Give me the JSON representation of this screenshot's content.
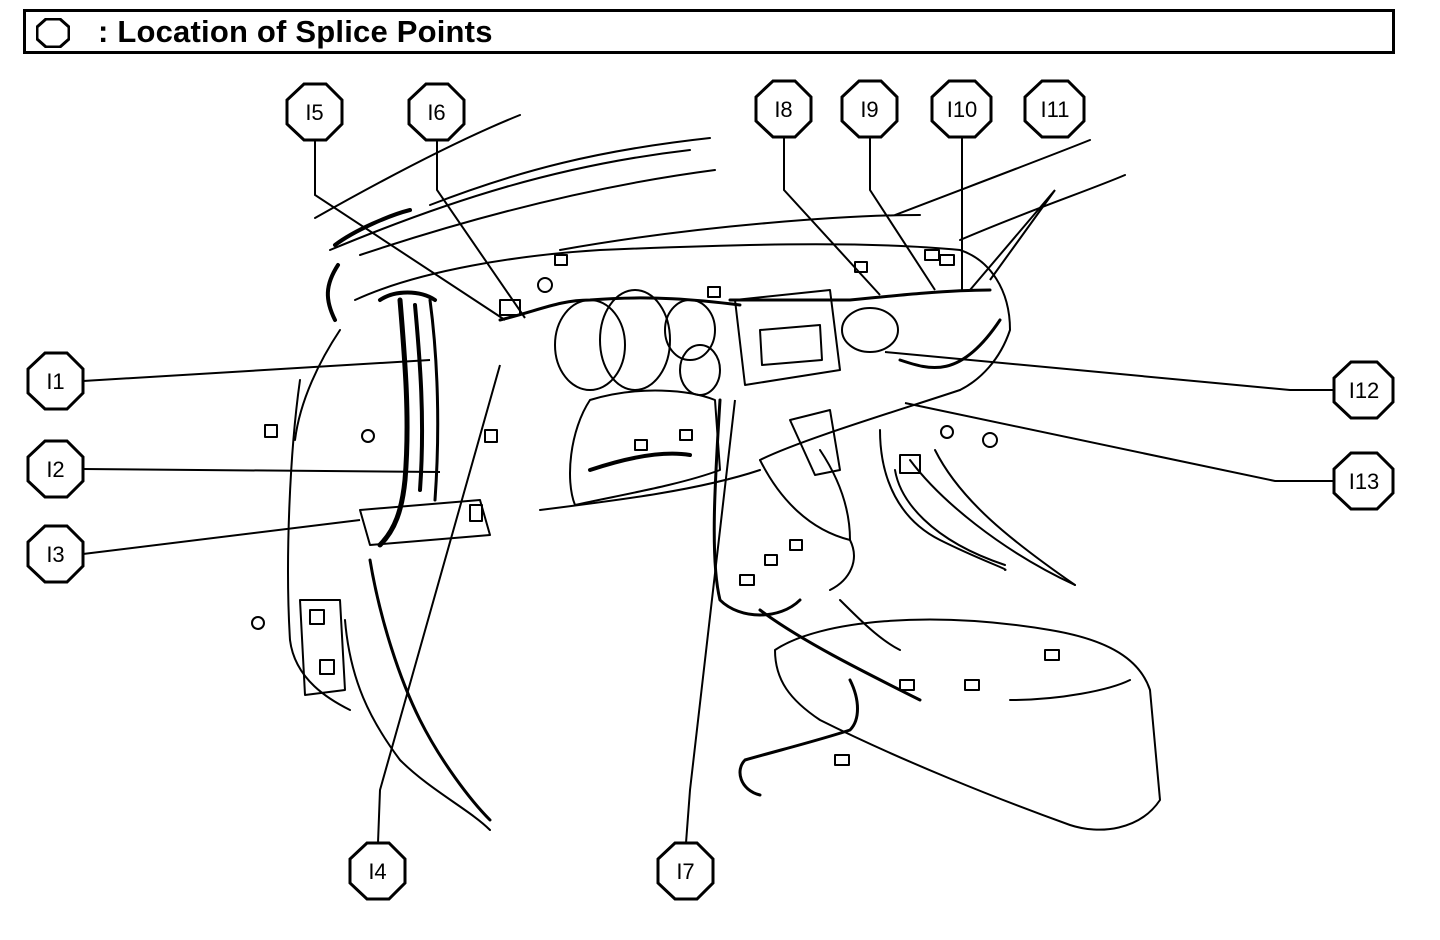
{
  "header": {
    "symbol_icon": "octagon-outline-icon",
    "title": ": Location of Splice Points"
  },
  "splice_points": [
    {
      "id": "i1",
      "label": "I1"
    },
    {
      "id": "i2",
      "label": "I2"
    },
    {
      "id": "i3",
      "label": "I3"
    },
    {
      "id": "i4",
      "label": "I4"
    },
    {
      "id": "i5",
      "label": "I5"
    },
    {
      "id": "i6",
      "label": "I6"
    },
    {
      "id": "i7",
      "label": "I7"
    },
    {
      "id": "i8",
      "label": "I8"
    },
    {
      "id": "i9",
      "label": "I9"
    },
    {
      "id": "i10",
      "label": "I10"
    },
    {
      "id": "i11",
      "label": "I11"
    },
    {
      "id": "i12",
      "label": "I12"
    },
    {
      "id": "i13",
      "label": "I13"
    }
  ],
  "colors": {
    "line": "#000000",
    "background": "#ffffff"
  }
}
